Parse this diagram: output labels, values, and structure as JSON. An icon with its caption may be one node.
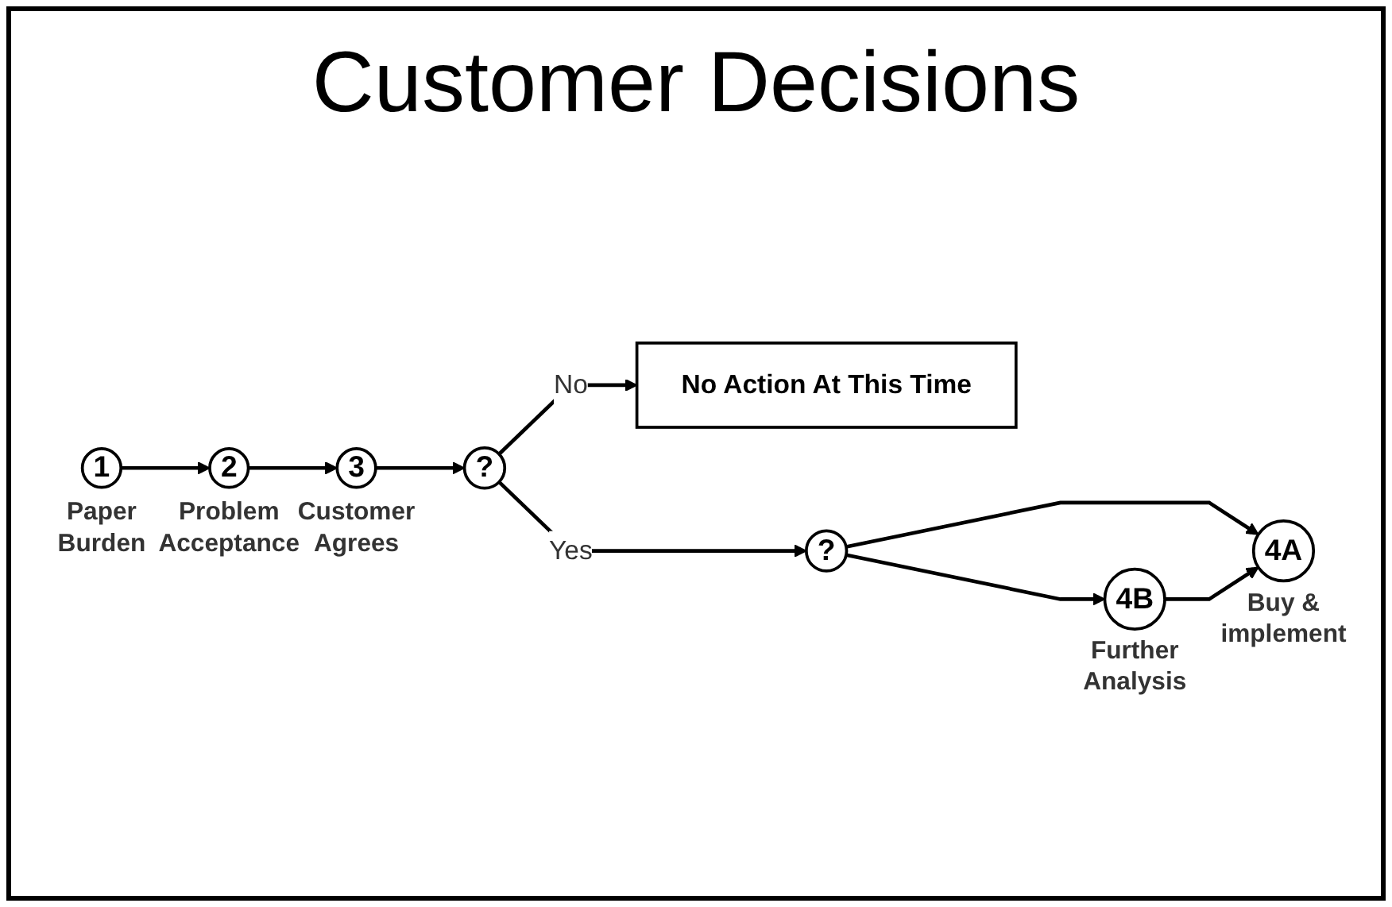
{
  "diagram": {
    "title": "Customer Decisions",
    "nodes": [
      {
        "text": [
          "1"
        ],
        "beside": [
          "Paper Burden"
        ]
      },
      {
        "text": [
          "2"
        ],
        "beside": [
          "Problem Acceptance"
        ]
      },
      {
        "text": [
          "3"
        ],
        "beside": [
          "Customer Agrees"
        ]
      },
      {
        "text": [
          "?"
        ]
      },
      {
        "text": [
          "No Action At This Time"
        ]
      },
      {
        "text": [
          "?"
        ]
      },
      {
        "text": [
          "4B"
        ],
        "beside": [
          "Further Analysis"
        ]
      },
      {
        "text": [
          "4A"
        ],
        "beside": [
          "Buy & implement"
        ]
      }
    ],
    "edges": [
      {
        "from": 0,
        "to": 1,
        "arrow": "to"
      },
      {
        "from": 1,
        "to": 2,
        "arrow": "to"
      },
      {
        "from": 2,
        "to": 3,
        "arrow": "to"
      },
      {
        "from": 3,
        "to": 4,
        "arrow": "to",
        "label": "No"
      },
      {
        "from": 3,
        "to": 5,
        "arrow": "to",
        "label": "Yes"
      },
      {
        "from": 5,
        "to": 6,
        "arrow": "to"
      },
      {
        "from": 5,
        "to": 7,
        "arrow": "to"
      },
      {
        "from": 6,
        "to": 7,
        "arrow": "to"
      }
    ]
  }
}
